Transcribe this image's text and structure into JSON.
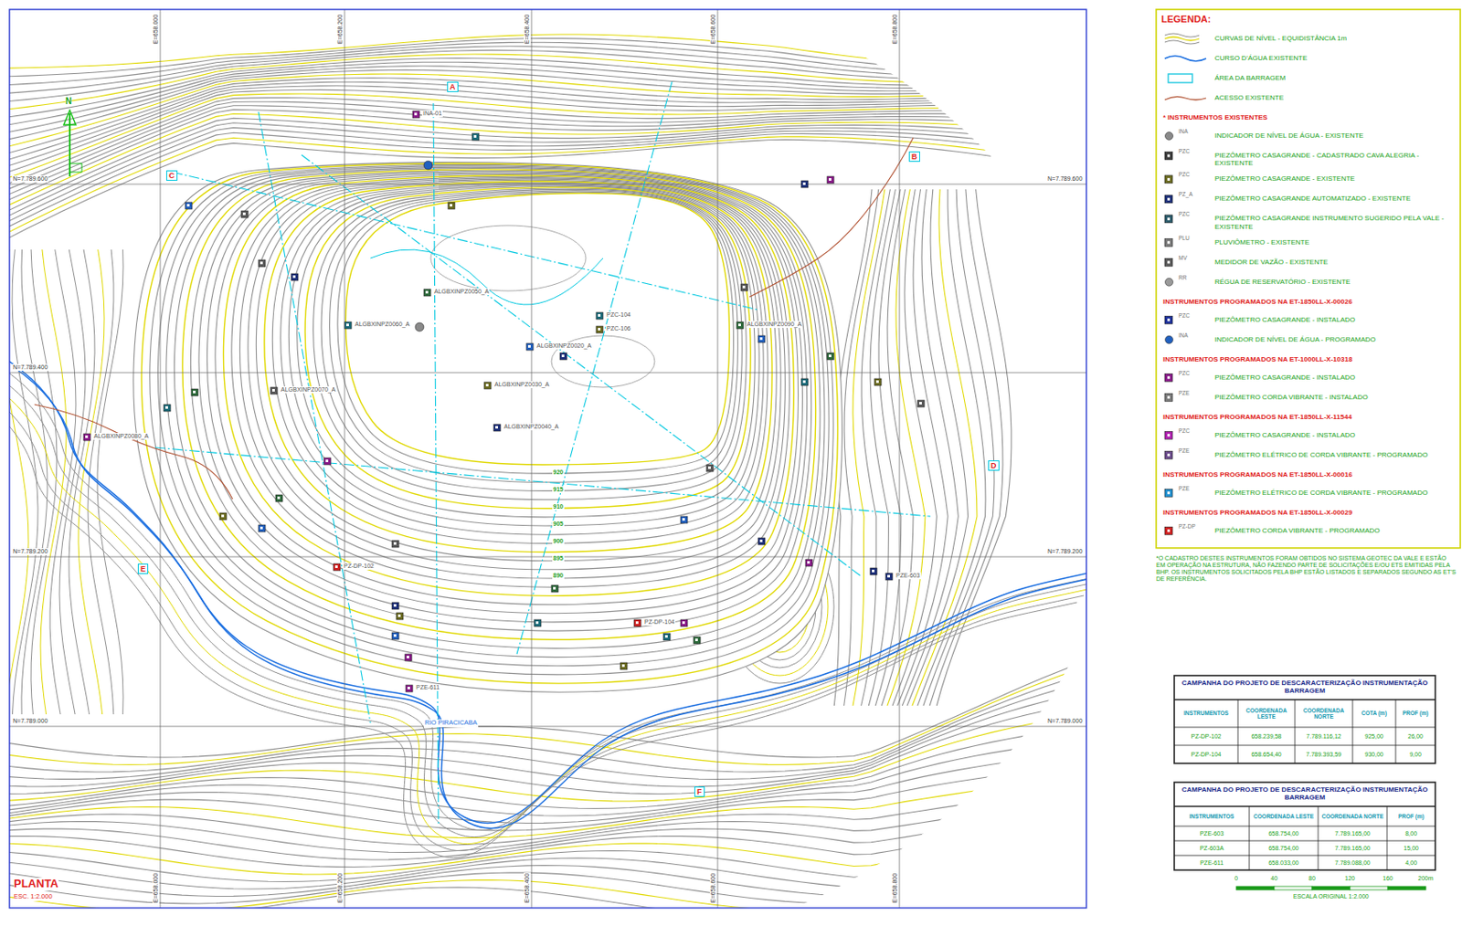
{
  "diagram": {
    "title": "PLANTA",
    "labels": [
      "ESC. 1:2.000",
      "LEGENDA:",
      "* INSTRUMENTOS EXISTENTES",
      "INA",
      "PZC",
      "PZC",
      "PZ_A",
      "PZC",
      "PLU",
      "MV",
      "RR",
      "INSTRUMENTOS PROGRAMADOS NA ET-1850LL-X-00026",
      "PZC",
      "INA",
      "INSTRUMENTOS PROGRAMADOS NA ET-1000LL-X-10318",
      "PZC",
      "PZE",
      "INSTRUMENTOS PROGRAMADOS NA ET-1850LL-X-11544",
      "PZC",
      "PZE",
      "INSTRUMENTOS PROGRAMADOS NA ET-1850LL-X-00016",
      "PZE",
      "INSTRUMENTOS PROGRAMADOS NA ET-1850LL-X-00029",
      "PZ-DP",
      "*O CADASTRO DESTES INSTRUMENTOS FORAM OBTIDOS NO SISTEMA GEOTEC DA VALE E ESTÃO EM OPERAÇÃO NA ESTRUTURA, NÃO FAZENDO PARTE DE SOLICITAÇÕES E/OU ETS EMITIDAS PELA BHP. OS INSTRUMENTOS SOLICITADOS PELA BHP ESTÃO LISTADOS E SEPARADOS SEGUNDO AS ET'S DE REFERÊNCIA.",
      "CAMPANHA DO PROJETO DE DESCARACTERIZAÇÃO INSTRUMENTAÇÃO BARRAGEM",
      "INSTRUMENTOS",
      "COORDENADA LESTE",
      "COORDENADA NORTE",
      "COTA (m)",
      "PROF (m)",
      "PZ-DP-102",
      "658.239,58",
      "7.789.116,12",
      "925,00",
      "26,00",
      "PZ-DP-104",
      "658.654,40",
      "7.789.393,59",
      "930,00",
      "9,00",
      "CAMPANHA DO PROJETO DE DESCARACTERIZAÇÃO INSTRUMENTAÇÃO BARRAGEM",
      "INSTRUMENTOS",
      "COORDENADA LESTE",
      "COORDENADA NORTE",
      "PROF (m)",
      "PZE-603",
      "658.754,00",
      "7.789.165,00",
      "8,00",
      "PZ-603A",
      "658.754,00",
      "7.789.165,00",
      "15,00",
      "PZE-611",
      "658.033,00",
      "7.789.088,00",
      "4,00",
      "0",
      "40",
      "80",
      "120",
      "160",
      "200m",
      "ESCALA ORIGINAL 1:2.000",
      "N",
      "E=658.000",
      "E=658.200",
      "E=658.400",
      "E=658.600",
      "E=658.800",
      "E=658.000",
      "E=658.200",
      "E=658.400",
      "E=658.600",
      "E=658.800",
      "N=7.789.600",
      "N=7.789.400",
      "N=7.789.200",
      "N=7.789.000",
      "N=7.789.600",
      "N=7.789.200",
      "N=7.789.000",
      "INA-01",
      "ALGBXINPZ0050_A",
      "ALGBXINPZ0060_A",
      "ALGBXINPZ0030_A",
      "ALGBXINPZ0020_A",
      "ALGBXINPZ0070_A",
      "ALGBXINPZ0040_A",
      "ALGBXINPZ0080_A",
      "ALGBXINPZ0090_A",
      "PZC-104",
      "PZC-106",
      "PZ-DP-102",
      "PZ-DP-104",
      "PZE-603",
      "PZE-611",
      "RIO PIRACICABA",
      "920",
      "915",
      "910",
      "905",
      "900",
      "895",
      "890",
      "A",
      "B",
      "C",
      "D",
      "E",
      "F"
    ],
    "legend": [
      {
        "text": "CURVAS DE NÍVEL - EQUIDISTÂNCIA 1m"
      },
      {
        "text": "CURSO D'ÁGUA EXISTENTE"
      },
      {
        "text": "ÁREA DA BARRAGEM"
      },
      {
        "text": "ACESSO EXISTENTE"
      },
      {
        "text": "INDICADOR DE NÍVEL DE ÁGUA - EXISTENTE"
      },
      {
        "text": "PIEZÔMETRO CASAGRANDE - CADASTRADO CAVA ALEGRIA - EXISTENTE"
      },
      {
        "text": "PIEZÔMETRO CASAGRANDE - EXISTENTE"
      },
      {
        "text": "PIEZÔMETRO CASAGRANDE AUTOMATIZADO - EXISTENTE"
      },
      {
        "text": "PIEZÔMETRO CASAGRANDE INSTRUMENTO SUGERIDO PELA VALE - EXISTENTE"
      },
      {
        "text": "PLUVIÔMETRO - EXISTENTE"
      },
      {
        "text": "MEDIDOR DE VAZÃO - EXISTENTE"
      },
      {
        "text": "RÉGUA DE RESERVATÓRIO - EXISTENTE"
      },
      {
        "text": "PIEZÔMETRO CASAGRANDE - INSTALADO"
      },
      {
        "text": "INDICADOR DE NÍVEL DE ÁGUA - PROGRAMADO"
      },
      {
        "text": "PIEZÔMETRO CASAGRANDE - INSTALADO"
      },
      {
        "text": "PIEZÔMETRO CORDA VIBRANTE - INSTALADO"
      },
      {
        "text": "PIEZÔMETRO CASAGRANDE - INSTALADO"
      },
      {
        "text": "PIEZÔMETRO ELÉTRICO DE CORDA VIBRANTE - PROGRAMADO"
      },
      {
        "text": "PIEZÔMETRO ELÉTRICO DE CORDA VIBRANTE - PROGRAMADO"
      },
      {
        "text": "PIEZÔMETRO CORDA VIBRANTE - PROGRAMADO"
      }
    ]
  }
}
